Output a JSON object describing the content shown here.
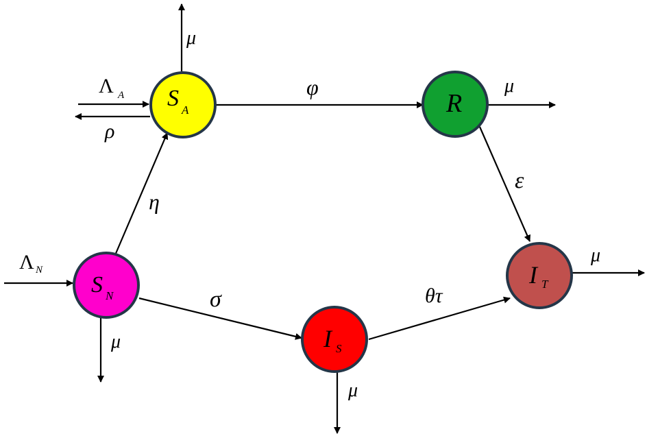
{
  "nodes": {
    "sa": {
      "main": "S",
      "sub": "A",
      "fill": "#ffff00"
    },
    "sn": {
      "main": "S",
      "sub": "N",
      "fill": "#ff00cc"
    },
    "r": {
      "main": "R",
      "sub": "",
      "fill": "#10a030"
    },
    "is": {
      "main": "I",
      "sub": "S",
      "fill": "#ff0000"
    },
    "it": {
      "main": "I",
      "sub": "T",
      "fill": "#c0504d"
    }
  },
  "labels": {
    "mu_sa": "μ",
    "lambda_a": "Λ",
    "lambda_a_sub": "A",
    "rho": "ρ",
    "phi": "φ",
    "mu_r": "μ",
    "epsilon": "ε",
    "eta": "η",
    "lambda_n": "Λ",
    "lambda_n_sub": "N",
    "mu_sn": "μ",
    "sigma": "σ",
    "theta_tau": "θτ",
    "mu_is": "μ",
    "mu_it": "μ"
  }
}
